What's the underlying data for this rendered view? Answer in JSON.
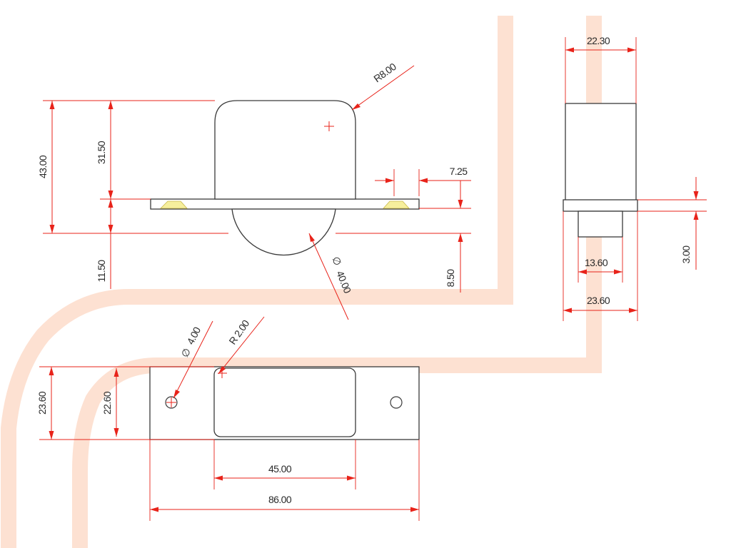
{
  "colors": {
    "dimension": "#e8231a",
    "outline": "#3a3a3a",
    "watermark": "#fde1d2",
    "text": "#2a2a2a"
  },
  "front_view": {
    "dims": {
      "total_height": "43.00",
      "body_height": "31.50",
      "wheel_below": "11.50",
      "top_radius": "R8.00",
      "flange_offset": "7.25",
      "wheel_diameter": "40.00",
      "wheel_projection": "8.50"
    }
  },
  "side_view": {
    "dims": {
      "top_width": "22.30",
      "wheel_width": "13.60",
      "base_width": "23.60",
      "plate_thickness": "3.00"
    }
  },
  "bottom_view": {
    "dims": {
      "hole_diameter": "4.00",
      "corner_radius": "R 2.00",
      "plate_width": "23.60",
      "window_width": "22.60",
      "window_length": "45.00",
      "total_length": "86.00"
    }
  },
  "symbols": {
    "diameter": "∅"
  }
}
